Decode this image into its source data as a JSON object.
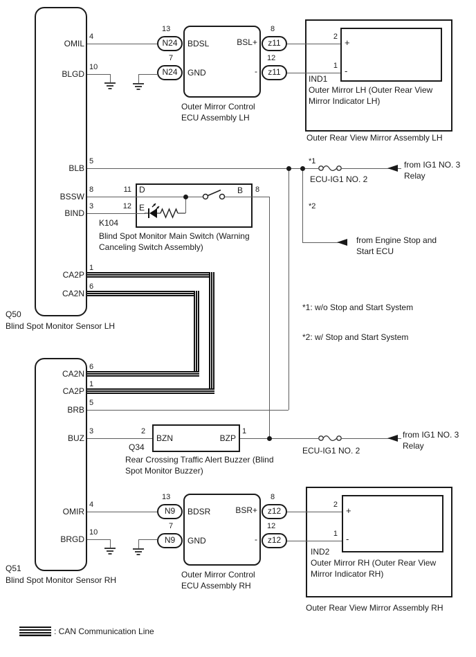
{
  "q50": {
    "ref": "Q50",
    "label": "Blind Spot Monitor Sensor LH",
    "pins": {
      "omil": {
        "name": "OMIL",
        "num": "4"
      },
      "blgd": {
        "name": "BLGD",
        "num": "10"
      },
      "blb": {
        "name": "BLB",
        "num": "5"
      },
      "bssw": {
        "name": "BSSW",
        "num": "8"
      },
      "bind": {
        "name": "BIND",
        "num": "3"
      },
      "ca2p": {
        "name": "CA2P",
        "num": "1"
      },
      "ca2n": {
        "name": "CA2N",
        "num": "6"
      }
    }
  },
  "q51": {
    "ref": "Q51",
    "label": "Blind Spot Monitor Sensor RH",
    "pins": {
      "ca2n": {
        "name": "CA2N",
        "num": "6"
      },
      "ca2p": {
        "name": "CA2P",
        "num": "1"
      },
      "brb": {
        "name": "BRB",
        "num": "5"
      },
      "buz": {
        "name": "BUZ",
        "num": "3"
      },
      "omir": {
        "name": "OMIR",
        "num": "4"
      },
      "brgd": {
        "name": "BRGD",
        "num": "10"
      }
    }
  },
  "ecu_lh": {
    "caption": "Outer Mirror Control\nECU Assembly LH",
    "pin_bdsl": "BDSL",
    "pin_bsl": "BSL+",
    "pin_gnd": "GND",
    "pin_minus": "-",
    "conn_in": {
      "label": "N24",
      "num_top": "13",
      "num_bot": "7"
    },
    "conn_out": {
      "label": "z11",
      "num_top": "8",
      "num_bot": "12"
    }
  },
  "ecu_rh": {
    "caption": "Outer Mirror Control\nECU Assembly RH",
    "pin_bdsr": "BDSR",
    "pin_bsr": "BSR+",
    "pin_gnd": "GND",
    "pin_minus": "-",
    "conn_in": {
      "label": "N9",
      "num_top": "13",
      "num_bot": "7"
    },
    "conn_out": {
      "label": "z12",
      "num_top": "8",
      "num_bot": "12"
    }
  },
  "mirror_lh": {
    "ref": "IND1",
    "label": "Outer Mirror LH (Outer Rear View\nMirror Indicator LH)",
    "assembly": "Outer Rear View Mirror Assembly LH",
    "pin2": "2",
    "plus": "+",
    "pin1": "1",
    "minus": "-"
  },
  "mirror_rh": {
    "ref": "IND2",
    "label": "Outer Mirror RH (Outer Rear View\nMirror Indicator RH)",
    "assembly": "Outer Rear View Mirror Assembly RH",
    "pin2": "2",
    "plus": "+",
    "pin1": "1",
    "minus": "-"
  },
  "k104": {
    "ref": "K104",
    "label": "Blind Spot Monitor Main Switch (Warning\nCanceling Switch Assembly)",
    "pin_d": "D",
    "pin_d_num": "11",
    "pin_e": "E",
    "pin_e_num": "12",
    "pin_b": "B",
    "pin_b_num": "8"
  },
  "q34": {
    "ref": "Q34",
    "label": "Rear Crossing Traffic Alert Buzzer (Blind\nSpot Monitor Buzzer)",
    "pin_bzn": "BZN",
    "pin_bzn_num": "2",
    "pin_bzp": "BZP",
    "pin_bzp_num": "1"
  },
  "power": {
    "star1": "*1",
    "star2": "*2",
    "fuse_blb": "ECU-IG1 NO. 2",
    "fuse_buz": "ECU-IG1 NO. 2",
    "src_blb": "from IG1 NO. 3\nRelay",
    "src_star2": "from Engine Stop and\nStart ECU",
    "src_buz": "from IG1 NO. 3\nRelay"
  },
  "notes": {
    "note1": "*1: w/o Stop and Start System",
    "note2": "*2: w/ Stop and Start System"
  },
  "legend": {
    "label": ": CAN Communication Line"
  }
}
